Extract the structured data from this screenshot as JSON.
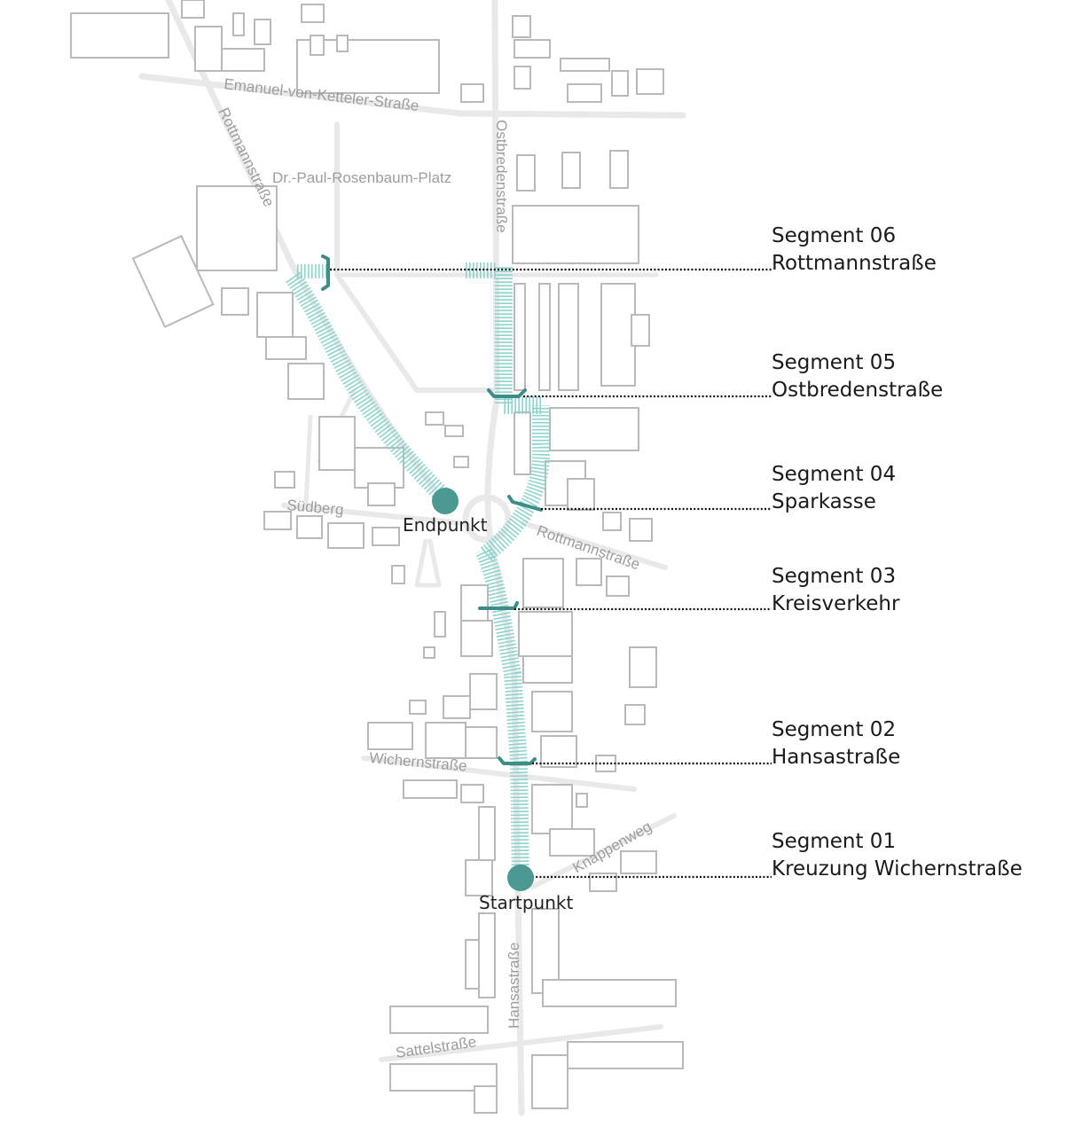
{
  "colors": {
    "route": "#8fd3ce",
    "marker": "#3d8c86",
    "point": "#4a9a92",
    "road": "#e9e9e9",
    "building": "#b9b9b9"
  },
  "streets": {
    "emanuel": "Emanuel-von-Ketteler-Straße",
    "rottmann_north": "Rottmannstraße",
    "ostbreden": "Ostbredenstraße",
    "platz": "Dr.-Paul-Rosenbaum-Platz",
    "suedberg": "Südberg",
    "rottmann_east": "Rottmannstraße",
    "wichern": "Wichernstraße",
    "knappenweg": "Knappenweg",
    "hansa": "Hansastraße",
    "sattel": "Sattelstraße"
  },
  "points": {
    "end": "Endpunkt",
    "start": "Startpunkt"
  },
  "segments": [
    {
      "number": "Segment 06",
      "name": "Rottmannstraße"
    },
    {
      "number": "Segment 05",
      "name": "Ostbredenstraße"
    },
    {
      "number": "Segment 04",
      "name": "Sparkasse"
    },
    {
      "number": "Segment 03",
      "name": "Kreisverkehr"
    },
    {
      "number": "Segment 02",
      "name": "Hansastraße"
    },
    {
      "number": "Segment 01",
      "name": "Kreuzung Wichernstraße"
    }
  ]
}
